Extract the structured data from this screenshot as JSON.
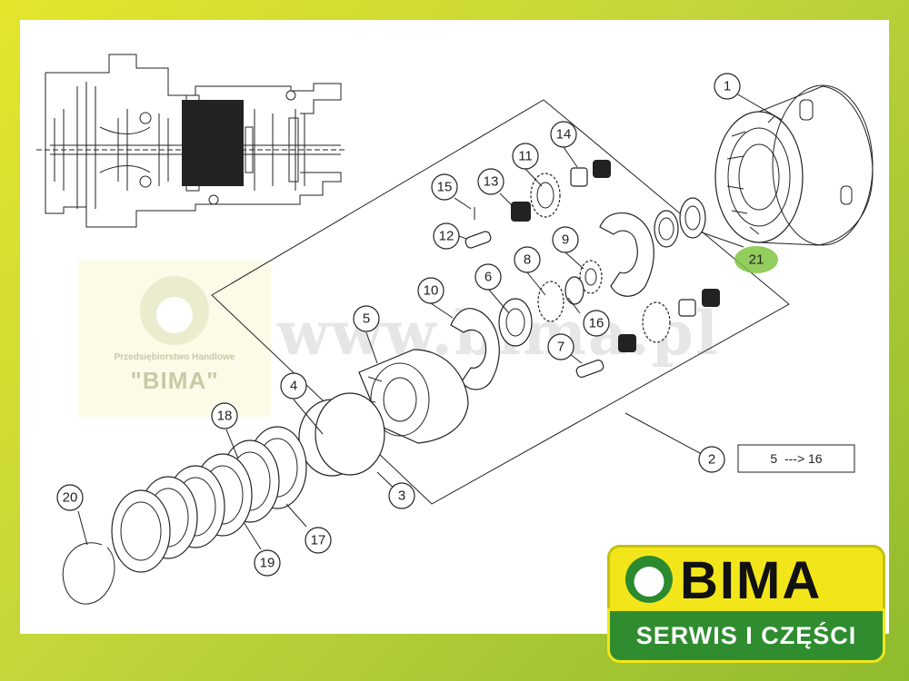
{
  "callouts": [
    {
      "id": "callout-1",
      "label": "1"
    },
    {
      "id": "callout-2",
      "label": "2"
    },
    {
      "id": "callout-3",
      "label": "3"
    },
    {
      "id": "callout-4",
      "label": "4"
    },
    {
      "id": "callout-5",
      "label": "5"
    },
    {
      "id": "callout-6",
      "label": "6"
    },
    {
      "id": "callout-7",
      "label": "7"
    },
    {
      "id": "callout-8",
      "label": "8"
    },
    {
      "id": "callout-9",
      "label": "9"
    },
    {
      "id": "callout-10",
      "label": "10"
    },
    {
      "id": "callout-11",
      "label": "11"
    },
    {
      "id": "callout-12",
      "label": "12"
    },
    {
      "id": "callout-13",
      "label": "13"
    },
    {
      "id": "callout-14",
      "label": "14"
    },
    {
      "id": "callout-15",
      "label": "15"
    },
    {
      "id": "callout-16",
      "label": "16"
    },
    {
      "id": "callout-17",
      "label": "17"
    },
    {
      "id": "callout-18",
      "label": "18"
    },
    {
      "id": "callout-19",
      "label": "19"
    },
    {
      "id": "callout-20",
      "label": "20"
    },
    {
      "id": "callout-21",
      "label": "21"
    }
  ],
  "range_box": {
    "label": "5  ---> 16"
  },
  "watermark": {
    "caption": "Przedsiębiorstwo Handlowe",
    "brand": "\"BIMA\"",
    "url": "www.bima.pl"
  },
  "logo": {
    "title": "BIMA",
    "subtitle": "SERWIS I CZĘŚCI"
  },
  "colors": {
    "highlight": "#7fc441",
    "logo_yellow": "#f2e61a",
    "logo_green": "#2f8d2f",
    "frame_green": "#8fbb2e"
  }
}
